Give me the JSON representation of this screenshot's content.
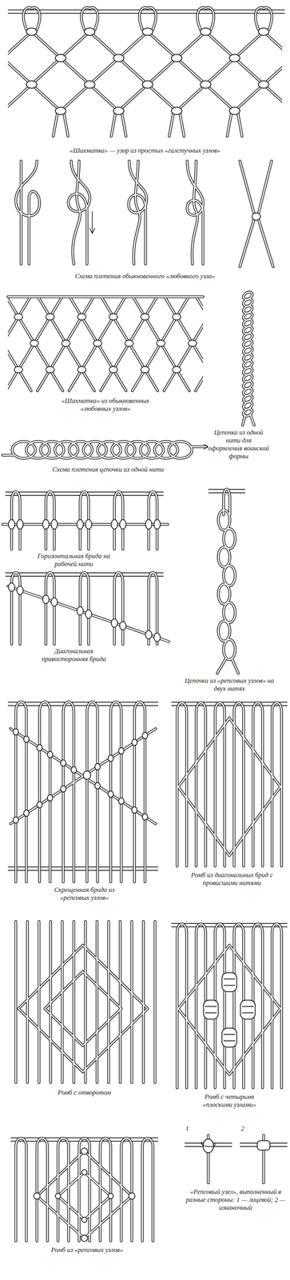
{
  "diagram": {
    "labels": [
      "«Шахматка» — узор из простых «галстучных узлов»",
      "Схема плетения обыкновенного «любовного узла»",
      "«Шахматка» из обыкновенных «любовных узлов»",
      "Цепочка из одной нити для оформления воинской формы",
      "Схема плетения цепочки из одной нити",
      "Горизонтальная брида на рабочей нити",
      "Диагональная правосторонняя брида",
      "Цепочки из «репсовых узлов» на двух нитях",
      "Скрещенная брида из «репсовых узлов»",
      "Ромб из диагональных брид с провисшими нитями",
      "Ромб с отворотом",
      "Ромб с четырьмя «плоскими узлами»",
      "Ромб из «репсовых узлов»",
      "«Репсовый узел», выполненный в разные стороны: 1 — лицевой; 2 — изнаночный",
      "1",
      "2"
    ]
  }
}
